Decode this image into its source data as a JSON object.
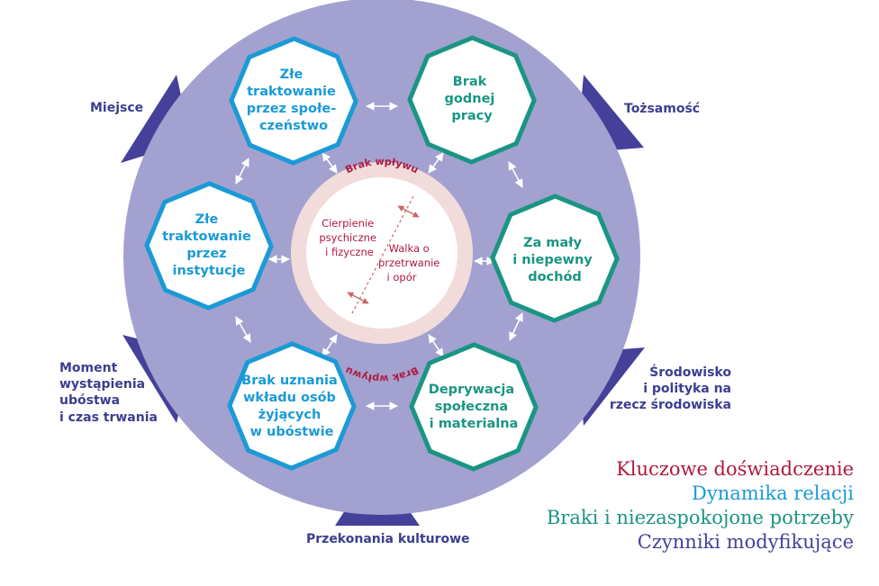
{
  "colors": {
    "background_circle": "#a3a1cf",
    "triangle": "#45409a",
    "hexa_blue": "#1a9ad6",
    "hexa_green": "#1a9583",
    "core_red": "#b0193f",
    "core_ring": "#f2dcdb",
    "factor_text": "#3d3d8f"
  },
  "nodes": [
    {
      "id": "tl",
      "lines": [
        "Złe",
        "traktowanie",
        "przez społe-",
        "czeństwo"
      ],
      "color": "blue"
    },
    {
      "id": "tr",
      "lines": [
        "Brak",
        "godnej",
        "pracy"
      ],
      "color": "green"
    },
    {
      "id": "ml",
      "lines": [
        "Złe",
        "traktowanie",
        "przez",
        "instytucje"
      ],
      "color": "blue"
    },
    {
      "id": "mr",
      "lines": [
        "Za mały",
        "i niepewny",
        "dochód"
      ],
      "color": "green"
    },
    {
      "id": "bl",
      "lines": [
        "Brak uznania",
        "wkładu osób",
        "żyjących",
        "w ubóstwie"
      ],
      "color": "blue"
    },
    {
      "id": "br",
      "lines": [
        "Deprywacja",
        "społeczna",
        "i materialna"
      ],
      "color": "green"
    }
  ],
  "core": {
    "arc_top": "Brak wpływu",
    "arc_bottom": "Brak wpływu",
    "left_lines": [
      "Cierpienie",
      "psychiczne",
      "i fizyczne"
    ],
    "right_lines": [
      "Walka o",
      "przetrwanie",
      "i opór"
    ]
  },
  "factors": {
    "top_left": "Miejsce",
    "top_right": "Tożsamość",
    "bottom_left": [
      "Moment",
      "wystąpienia",
      "ubóstwa",
      "i czas trwania"
    ],
    "bottom_right": [
      "Środowisko",
      "i polityka na",
      "rzecz środowiska"
    ],
    "bottom": "Przekonania kulturowe"
  },
  "legend": {
    "key_experience": "Kluczowe doświadczenie",
    "relational": "Dynamika relacji",
    "needs": "Braki i niezaspokojone potrzeby",
    "modifying": "Czynniki modyfikujące"
  }
}
